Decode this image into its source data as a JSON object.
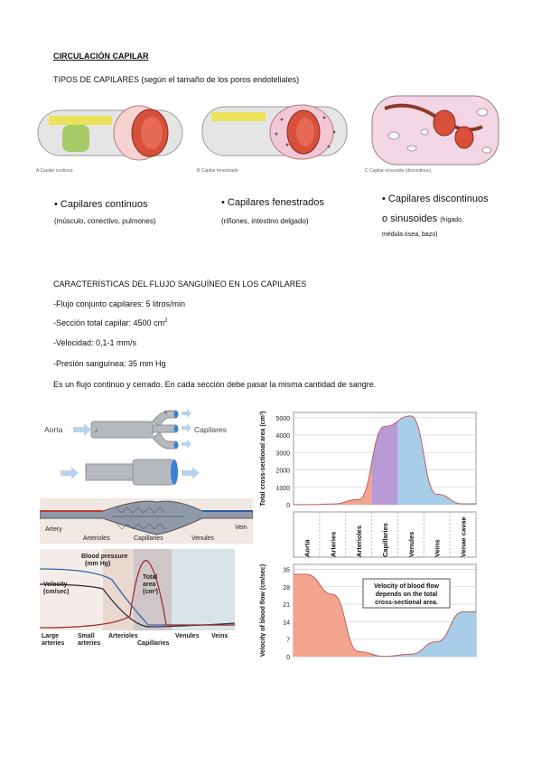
{
  "title": "CIRCULACIÓN CAPILAR",
  "subtitle": "TIPOS DE CAPILARES (según el tamaño de los poros endoteliales)",
  "capillary_types": [
    {
      "name": "• Capilares continuos",
      "detail": "(músculo, conectivo, pulmones)",
      "figure_label": "A  Capilar continuo"
    },
    {
      "name": "• Capilares fenestrados",
      "detail": "(riñones, intestino delgado)",
      "figure_label": "B  Capilar fenestrado"
    },
    {
      "name": "• Capilares discontinuos",
      "name2": "o sinusoides",
      "detail_inline": "(hígado,",
      "detail": "médula ósea, bazo)",
      "figure_label": "C  Capilar sinusoide (discontinuo)"
    }
  ],
  "section2_title": "CARACTERÍSTICAS DEL FLUJO SANGUÍNEO EN LOS CAPILARES",
  "facts": [
    {
      "label": "-Flujo conjunto capilares: 5 litros/min"
    },
    {
      "label": "-Sección total capilar: 4500 cm",
      "sup": "2"
    },
    {
      "label": "-Velocidad: 0,1-1 mm/s"
    },
    {
      "label": "-Presión sanguínea: 35 mm Hg"
    }
  ],
  "statement": "Es un flujo continuo y cerrado. En cada sección debe pasar la misma cantidad de sangre.",
  "aorta_diagram": {
    "left_label": "Aorta",
    "right_label": "Capilares",
    "marker_a": "A",
    "marker_b": "B"
  },
  "vessel_diagram": {
    "top_labels": [
      "Artery",
      "Arterioles",
      "Capillaries",
      "Venules",
      "Vein"
    ],
    "curve_labels": [
      "Blood pressure",
      "(mm Hg)",
      "Velocity",
      "(cm/sec)",
      "Total",
      "area",
      "(cm²)"
    ],
    "bottom_labels": [
      "Large",
      "arteries",
      "Small",
      "arteries",
      "Arterioles",
      "Capillaries",
      "Venules",
      "Veins"
    ]
  },
  "chart_data": [
    {
      "type": "area",
      "ylabel": "Total cross-sectional area (cm²)",
      "yticks": [
        0,
        1000,
        2000,
        3000,
        4000,
        5000
      ],
      "ylim": [
        0,
        5300
      ],
      "categories": [
        "Aorta",
        "Arteries",
        "Arterioles",
        "Capillaries",
        "Venules",
        "Veins",
        "Venae cavae"
      ],
      "series": [
        {
          "values": [
            5,
            40,
            300,
            4500,
            5100,
            600,
            50
          ]
        }
      ],
      "colors": {
        "arterial": "#f2a48f",
        "capillary": "#b79ad6",
        "venous": "#a8cde8"
      },
      "grid": true
    },
    {
      "type": "area",
      "ylabel": "Velocity of blood flow (cm/sec)",
      "yticks": [
        0,
        7,
        14,
        21,
        28,
        35
      ],
      "ylim": [
        0,
        37
      ],
      "categories": [
        "Aorta",
        "Arteries",
        "Arterioles",
        "Capillaries",
        "Venules",
        "Veins",
        "Venae cavae"
      ],
      "series": [
        {
          "values": [
            33,
            25,
            2,
            0.1,
            1,
            6,
            18
          ]
        }
      ],
      "annotation": [
        "Velocity of blood flow",
        "depends on the total",
        "cross-sectional area."
      ],
      "colors": {
        "arterial": "#f2a48f",
        "capillary": "#b79ad6",
        "venous": "#a8cde8"
      },
      "grid": true
    }
  ]
}
